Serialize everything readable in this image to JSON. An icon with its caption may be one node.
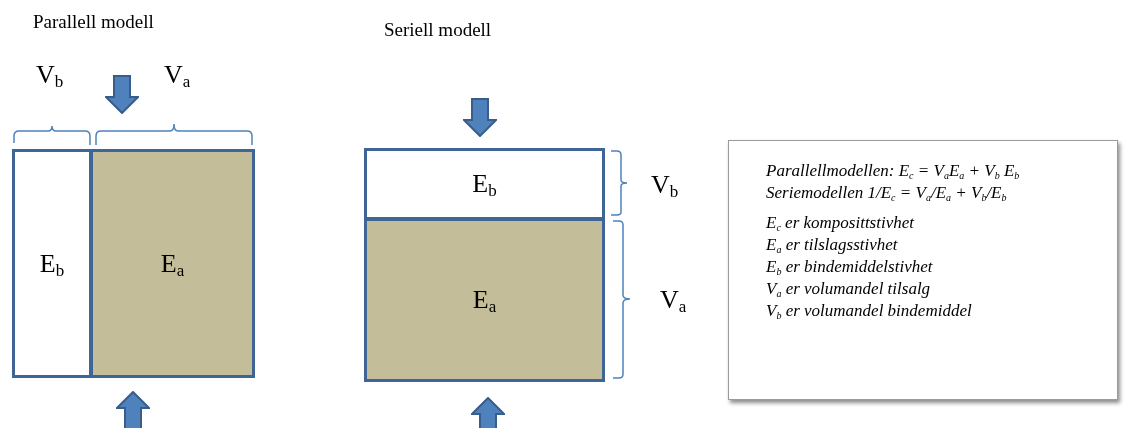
{
  "diagram": {
    "nodes": [
      {
        "text": [
          "E$_{b}$"
        ]
      },
      {
        "text": [
          "E$_{a}$"
        ]
      },
      {
        "text": [
          "E$_{b}$"
        ]
      },
      {
        "text": [
          "E$_{a}$"
        ]
      },
      {
        "text": [
          "Parallellmodellen: E$_{c}$ = V$_{a}$E$_{a}$ + V$_{b}$ E$_{b}$",
          "Seriemodellen 1/E$_{c}$ = V$_{a}$/E$_{a}$ + V$_{b}$/E$_{b}$",
          "E$_{c}$ er komposittstivhet",
          "E$_{a}$ er tilslagsstivhet",
          "E$_{b}$ er bindemiddelstivhet",
          "V$_{a}$ er volumandel tilsalg",
          "V$_{b}$ er volumandel bindemiddel"
        ]
      }
    ],
    "edges": [],
    "labels": [
      "Parallell modell",
      "Seriell modell",
      "V$_{b}$",
      "V$_{a}$",
      "V$_{b}$",
      "V$_{a}$"
    ]
  }
}
